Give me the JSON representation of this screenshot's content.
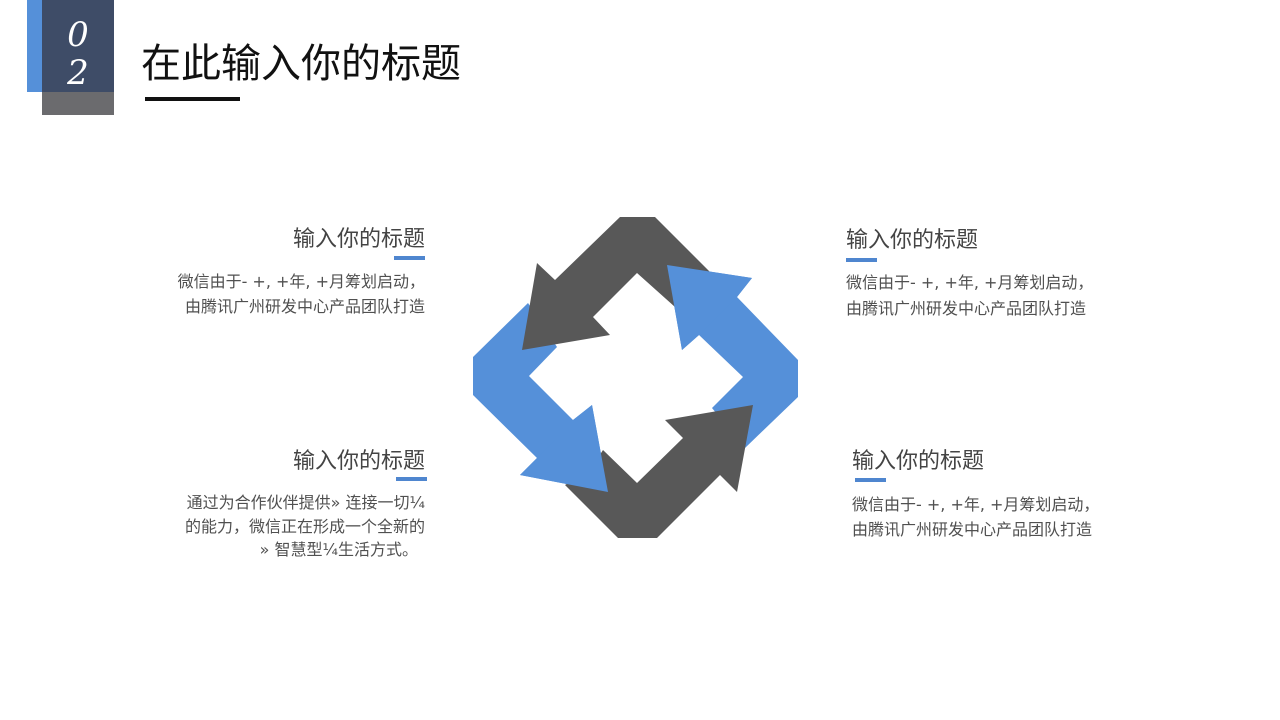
{
  "badge": {
    "line1": "0",
    "line2": "2"
  },
  "header": {
    "title": "在此输入你的标题"
  },
  "colors": {
    "accent_blue": "#5590d9",
    "dark_gray": "#585858",
    "navy": "#3e4c67",
    "gray": "#6b6b6e"
  },
  "blocks": [
    {
      "position": "top-left",
      "heading": "输入你的标题",
      "lines": [
        "微信由于- +, +年, +月筹划启动，",
        "由腾讯广州研发中心产品团队打造"
      ]
    },
    {
      "position": "top-right",
      "heading": "输入你的标题",
      "lines": [
        "微信由于- +, +年, +月筹划启动，",
        "由腾讯广州研发中心产品团队打造"
      ]
    },
    {
      "position": "bottom-left",
      "heading": "输入你的标题",
      "lines": [
        "通过为合作伙伴提供» 连接一切¼",
        "的能力，微信正在形成一个全新的",
        "» 智慧型¼生活方式。"
      ]
    },
    {
      "position": "bottom-right",
      "heading": "输入你的标题",
      "lines": [
        "微信由于- +, +年, +月筹划启动，",
        "由腾讯广州研发中心产品团队打造"
      ]
    }
  ],
  "graphic": {
    "icon": "cycle-arrows-icon",
    "arrows": [
      "dark-top",
      "blue-right",
      "dark-bottom",
      "blue-left"
    ]
  }
}
